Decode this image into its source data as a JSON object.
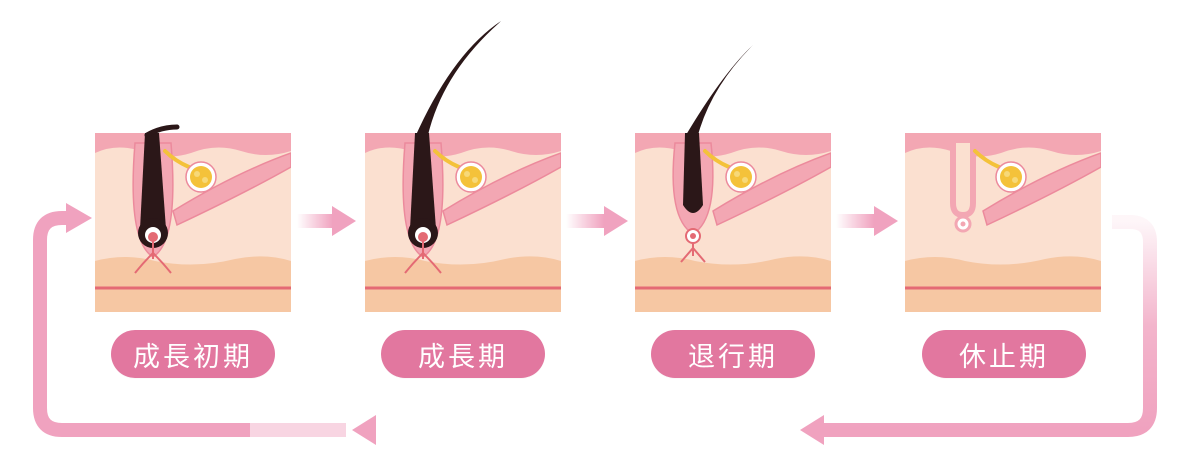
{
  "stages": [
    {
      "id": "anagen-early",
      "label": "成長初期",
      "hair": "early"
    },
    {
      "id": "anagen",
      "label": "成長期",
      "hair": "long"
    },
    {
      "id": "catagen",
      "label": "退行期",
      "hair": "regress"
    },
    {
      "id": "telogen",
      "label": "休止期",
      "hair": "none"
    }
  ],
  "colors": {
    "epidermis": "#f3a7b3",
    "dermis": "#fbe0d0",
    "fat": "#f6c7a3",
    "line": "#e46a74",
    "hair": "#2b1718",
    "gland": "#f4c23a",
    "arrow": "#f0a2bf",
    "pill": "#e2779f"
  }
}
